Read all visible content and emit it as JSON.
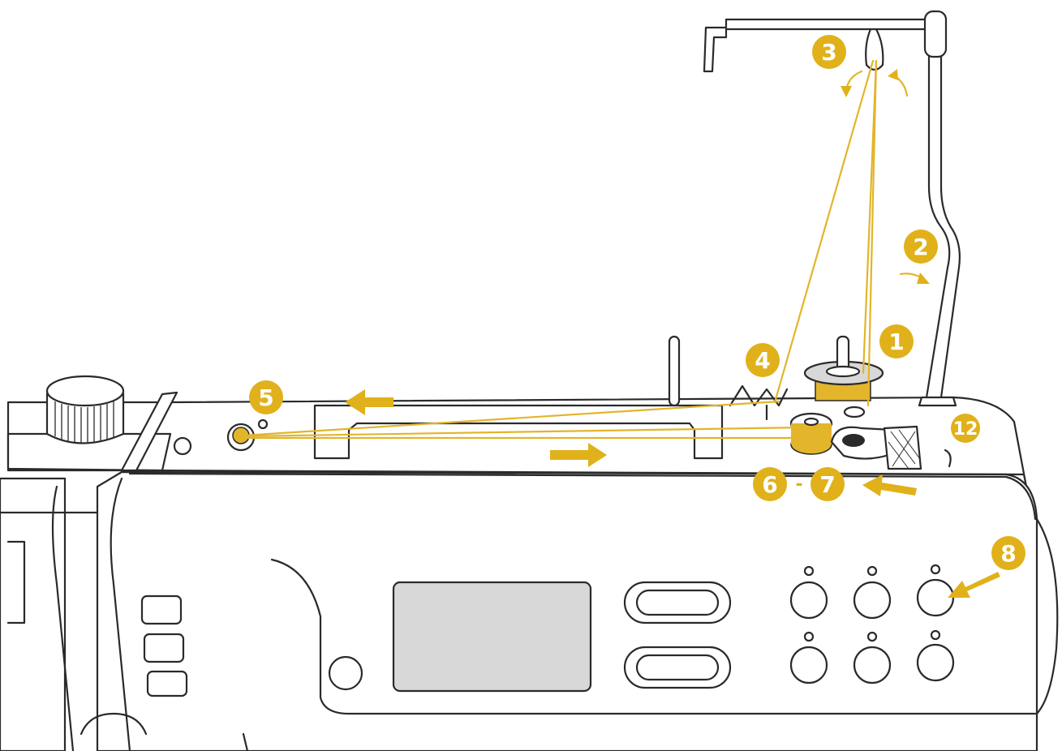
{
  "colors": {
    "accent": "#e0b11a",
    "thread": "#e2b52a",
    "line": "#2a2a2a",
    "screen": "#d8d8d8"
  },
  "steps": [
    {
      "id": "1",
      "label": "1"
    },
    {
      "id": "2",
      "label": "2"
    },
    {
      "id": "3",
      "label": "3"
    },
    {
      "id": "4",
      "label": "4"
    },
    {
      "id": "5",
      "label": "5"
    },
    {
      "id": "6",
      "label": "6"
    },
    {
      "id": "6-7-dash",
      "label": "-"
    },
    {
      "id": "7",
      "label": "7"
    },
    {
      "id": "8",
      "label": "8"
    },
    {
      "id": "12",
      "label": "12"
    }
  ],
  "icons": {
    "direction_arrows": [
      "arrow-left-icon",
      "arrow-right-icon",
      "arrow-into-winder-icon",
      "arrow-to-button-icon",
      "curved-arrow-icon"
    ]
  }
}
